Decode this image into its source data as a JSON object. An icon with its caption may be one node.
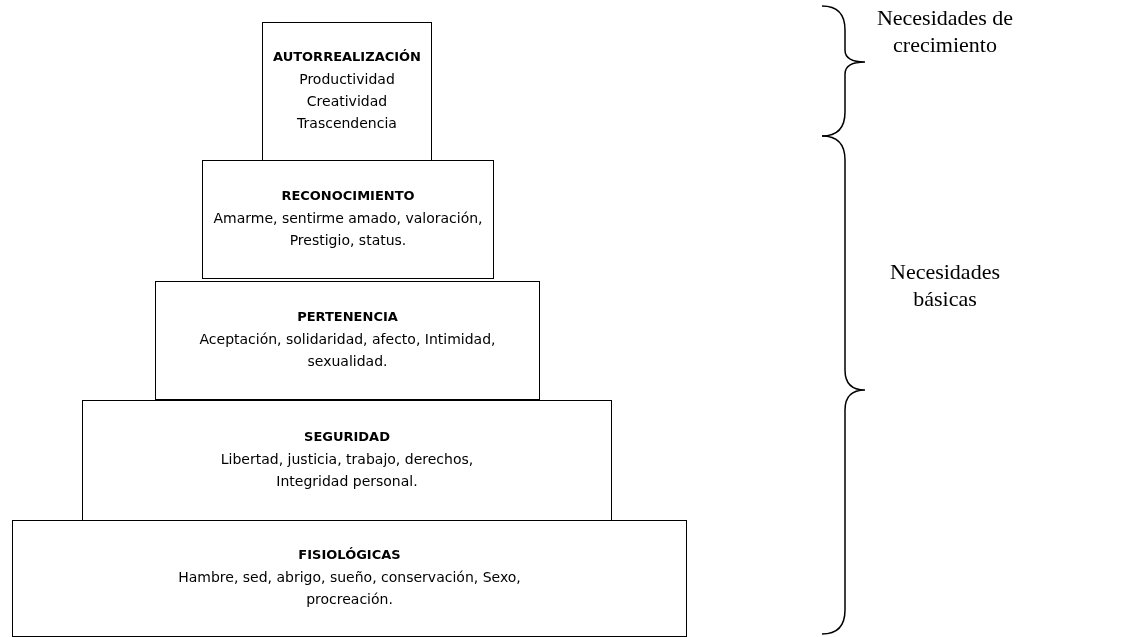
{
  "diagram": {
    "nodes": [
      {
        "text": [
          "AUTORREALIZACIÓN",
          "Productividad Creatividad Trascendencia"
        ]
      },
      {
        "text": [
          "RECONOCIMIENTO",
          "Amarme, sentirme amado, valoración, Prestigio, status."
        ]
      },
      {
        "text": [
          "PERTENENCIA",
          "Aceptación, solidaridad, afecto, Intimidad, sexualidad."
        ]
      },
      {
        "text": [
          "SEGURIDAD",
          "Libertad, justicia, trabajo, derechos, Integridad personal."
        ]
      },
      {
        "text": [
          "FISIOLÓGICAS",
          "Hambre, sed, abrigo, sueño, conservación, Sexo, procreación."
        ]
      }
    ],
    "labels": [
      "Necesidades de crecimiento",
      "Necesidades básicas"
    ]
  }
}
